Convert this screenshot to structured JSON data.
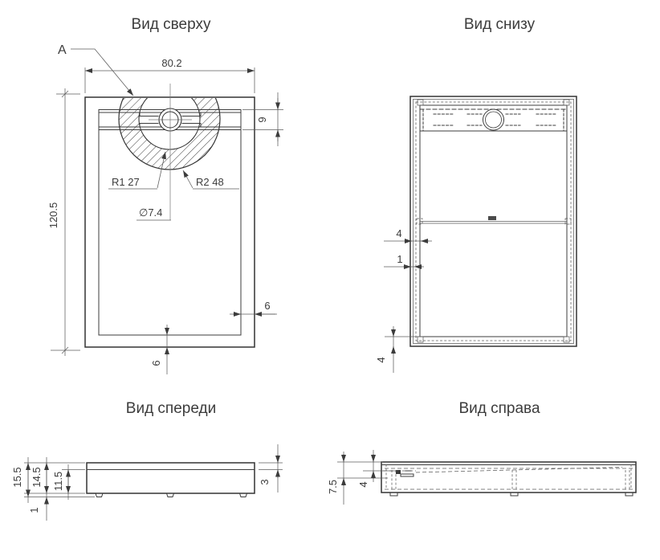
{
  "views": {
    "top": {
      "title": "Вид сверху",
      "section_label": "A",
      "dim_width": "80.2",
      "dim_height": "120.5",
      "dim_channel": "9",
      "radius_inner": "R1 27",
      "radius_outer": "R2 48",
      "drain_diameter": "∅7.4",
      "dim_border_right": "6",
      "dim_border_bottom": "6"
    },
    "bottom": {
      "title": "Вид снизу",
      "dim_rib_offset": "4",
      "dim_wall": "1",
      "dim_bottom_border": "4"
    },
    "front": {
      "title": "Вид спереди",
      "dim_total_height": "15.5",
      "dim_body_height": "14.5",
      "dim_inner_height": "11.5",
      "dim_foot_height": "1",
      "dim_rim_height": "3"
    },
    "right": {
      "title": "Вид справа",
      "dim_left_height": "7.5",
      "dim_top_offset": "4"
    }
  },
  "colors": {
    "line": "#333333",
    "dim_line": "#5b5b5b",
    "text": "#3c3c3c",
    "background": "#ffffff"
  }
}
